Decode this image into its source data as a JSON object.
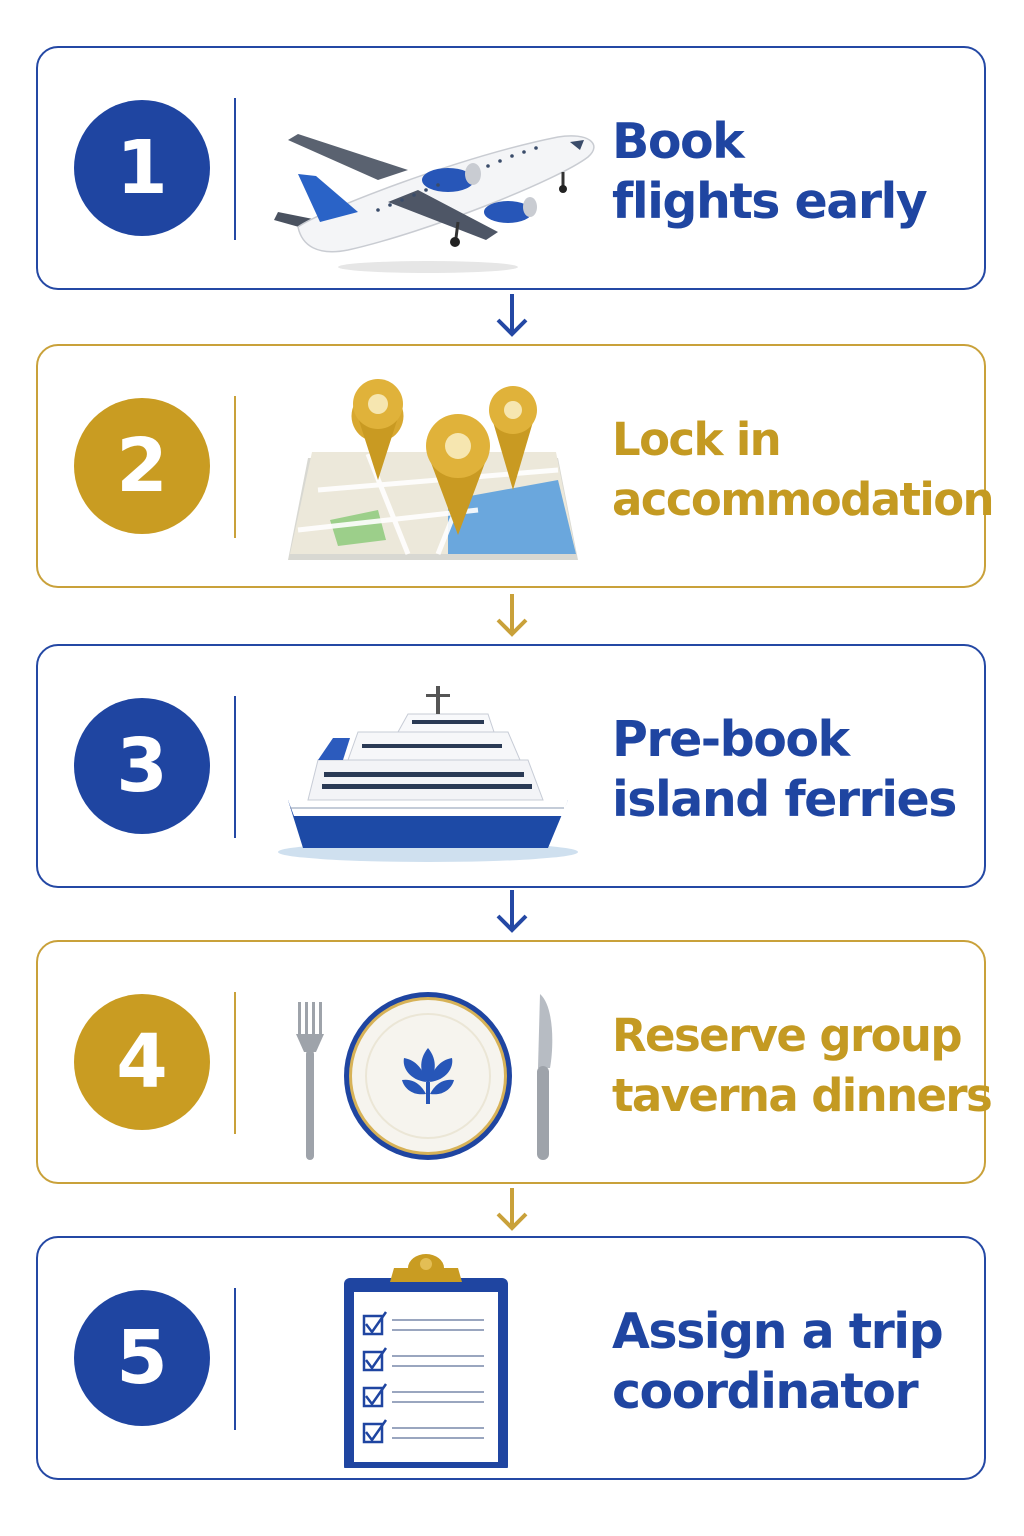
{
  "steps": [
    {
      "number": "1",
      "line1": "Book",
      "line2": "flights early",
      "icon": "airplane-icon",
      "color": "#1f45a1"
    },
    {
      "number": "2",
      "line1": "Lock in",
      "line2": "accommodation",
      "icon": "map-pins-icon",
      "color": "#c99c22"
    },
    {
      "number": "3",
      "line1": "Pre-book",
      "line2": "island ferries",
      "icon": "ferry-icon",
      "color": "#1f45a1"
    },
    {
      "number": "4",
      "line1": "Reserve group",
      "line2": "taverna dinners",
      "icon": "dinner-plate-icon",
      "color": "#c99c22"
    },
    {
      "number": "5",
      "line1": "Assign a trip",
      "line2": "coordinator",
      "icon": "clipboard-checklist-icon",
      "color": "#1f45a1"
    }
  ],
  "colors": {
    "blue": "#1f45a1",
    "gold": "#c99c22"
  }
}
